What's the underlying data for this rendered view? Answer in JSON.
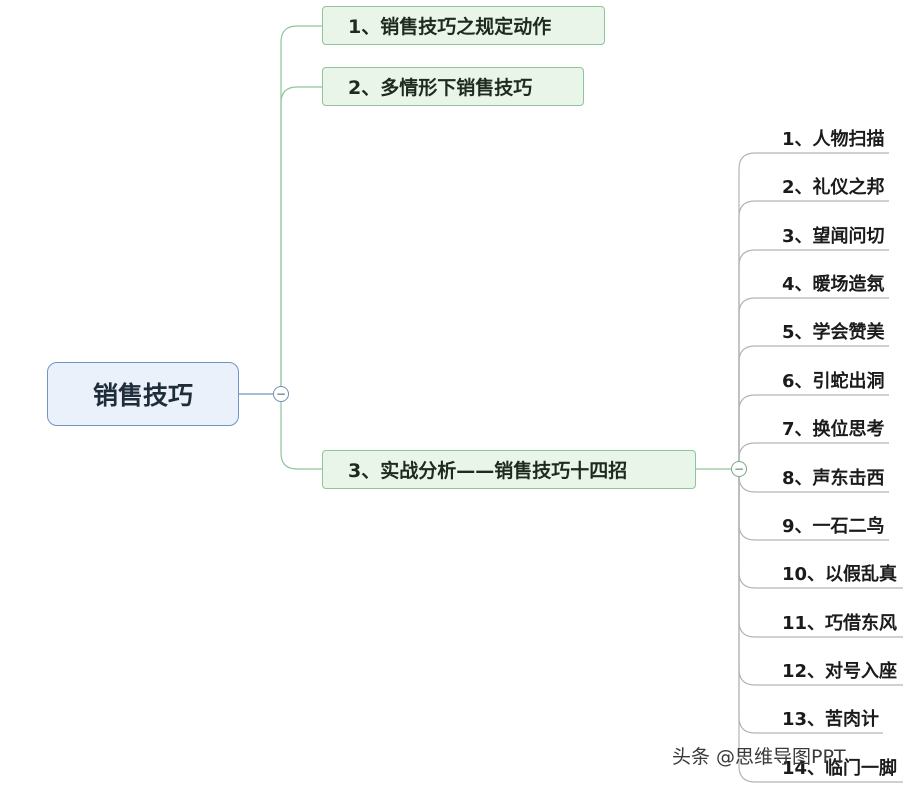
{
  "mindmap": {
    "root": {
      "label": "销售技巧"
    },
    "branches": [
      {
        "label": "1、销售技巧之规定动作"
      },
      {
        "label": "2、多情形下销售技巧"
      },
      {
        "label": "3、实战分析——销售技巧十四招"
      }
    ],
    "leaves": [
      "1、人物扫描",
      "2、礼仪之邦",
      "3、望闻问切",
      "4、暖场造氛",
      "5、学会赞美",
      "6、引蛇出洞",
      "7、换位思考",
      "8、声东击西",
      "9、一石二鸟",
      "10、以假乱真",
      "11、巧借东风",
      "12、对号入座",
      "13、苦肉计",
      "14、临门一脚"
    ],
    "collapse_symbol": "−"
  },
  "watermark": "头条 @思维导图PPT",
  "colors": {
    "root_fill": "#eaf1fa",
    "root_border": "#6f95c4",
    "branch_fill": "#eaf5ea",
    "branch_border": "#8fc59a",
    "connector": "#8fc59a",
    "leaf_connector": "#b5b5b5"
  }
}
